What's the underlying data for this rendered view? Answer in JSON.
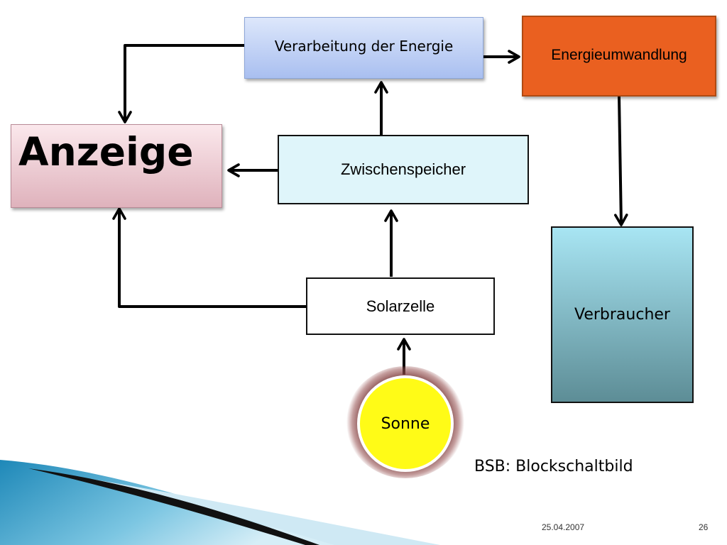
{
  "diagram": {
    "nodes": {
      "verarbeitung": "Verarbeitung der Energie",
      "energieumwandlung": "Energieumwandlung",
      "anzeige": "Anzeige",
      "zwischenspeicher": "Zwischenspeicher",
      "solarzelle": "Solarzelle",
      "verbraucher": "Verbraucher",
      "sonne": "Sonne"
    },
    "edges": [
      {
        "from": "Sonne",
        "to": "Solarzelle"
      },
      {
        "from": "Solarzelle",
        "to": "Zwischenspeicher"
      },
      {
        "from": "Solarzelle",
        "to": "Anzeige"
      },
      {
        "from": "Zwischenspeicher",
        "to": "Anzeige"
      },
      {
        "from": "Zwischenspeicher",
        "to": "Verarbeitung der Energie"
      },
      {
        "from": "Verarbeitung der Energie",
        "to": "Anzeige"
      },
      {
        "from": "Verarbeitung der Energie",
        "to": "Energieumwandlung"
      },
      {
        "from": "Energieumwandlung",
        "to": "Verbraucher"
      }
    ],
    "caption": "BSB: Blockschaltbild"
  },
  "footer": {
    "date": "25.04.2007",
    "page": "26"
  },
  "colors": {
    "accent_blue": "#1a8fc4",
    "energieumwandlung_fill": "#ea6020",
    "sun_fill": "#fffb17"
  }
}
